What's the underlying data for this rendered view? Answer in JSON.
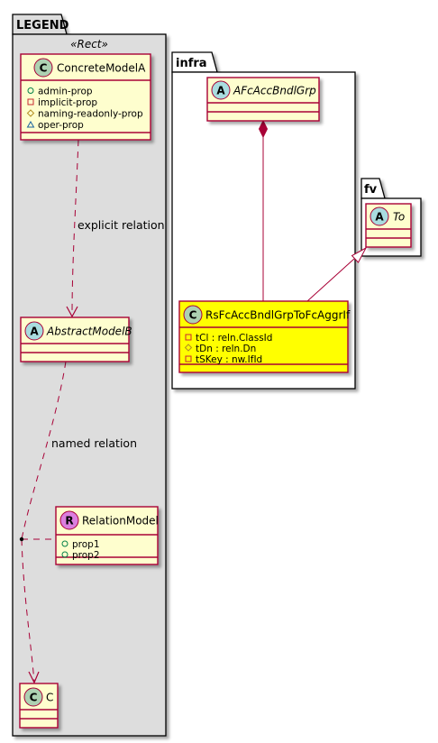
{
  "packages": {
    "legend": {
      "name": "LEGEND",
      "stereotype": "«Rect»"
    },
    "infra": {
      "name": "infra"
    },
    "fv": {
      "name": "fv"
    }
  },
  "classes": {
    "concrete_model_a": {
      "kind": "C",
      "name": "ConcreteModelA",
      "members": [
        {
          "marker": "public",
          "text": "admin-prop"
        },
        {
          "marker": "private",
          "text": "implicit-prop"
        },
        {
          "marker": "protected",
          "text": "naming-readonly-prop"
        },
        {
          "marker": "package",
          "text": "oper-prop"
        }
      ]
    },
    "abstract_model_b": {
      "kind": "A",
      "name": "AbstractModelB",
      "members": []
    },
    "relation_model": {
      "kind": "R",
      "name": "RelationModel",
      "members": [
        {
          "marker": "public",
          "text": "prop1"
        },
        {
          "marker": "public",
          "text": "prop2"
        }
      ]
    },
    "c": {
      "kind": "C",
      "name": "C",
      "members": []
    },
    "afc_acc_bndl_grp": {
      "kind": "A",
      "name": "AFcAccBndlGrp",
      "members": []
    },
    "to": {
      "kind": "A",
      "name": "To",
      "members": []
    },
    "rs_fc": {
      "kind": "C",
      "name": "RsFcAccBndlGrpToFcAggrIf",
      "members": [
        {
          "marker": "private",
          "text": "tCl : reln.ClassId"
        },
        {
          "marker": "protected",
          "text": "tDn : reln.Dn"
        },
        {
          "marker": "private",
          "text": "tSKey : nw.IfId"
        }
      ]
    }
  },
  "relations": {
    "explicit": {
      "label": "explicit relation"
    },
    "named": {
      "label": "named relation"
    }
  },
  "colors": {
    "class_fill": "#FEFECE",
    "highlight_fill": "#FFFF00",
    "border": "#A80036",
    "legend_fill": "#DDDDDD",
    "badge_class": "#ADD1B2",
    "badge_abstract": "#A9DCDF",
    "badge_relation": "#DB7EDF",
    "public_marker": "#038048",
    "private_marker": "#C82930",
    "protected_marker": "#B38D22",
    "package_marker": "#1963A0"
  }
}
